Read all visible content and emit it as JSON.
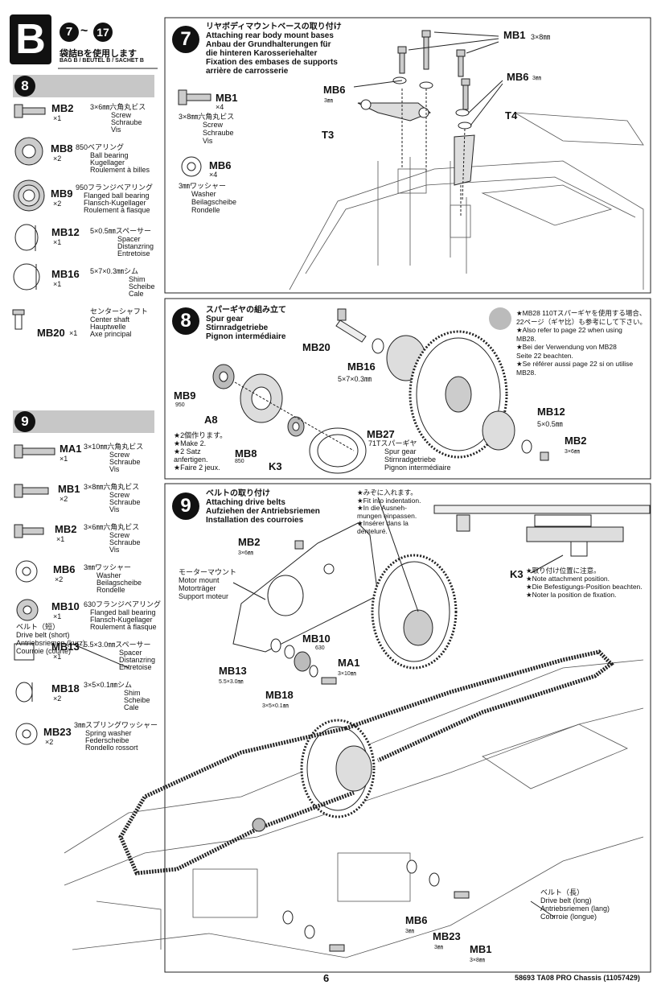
{
  "header": {
    "bag_letter": "B",
    "step_from": "7",
    "range_sep": "~",
    "step_to": "17",
    "bag_jp": "袋詰Bを使用します",
    "bag_label": "BAG B / BEUTEL B / SACHET B"
  },
  "sidebar": {
    "step8": {
      "num": "8",
      "parts": [
        {
          "code": "MB2",
          "qty": "×1",
          "desc": [
            "3×6㎜六角丸ビス",
            "Screw",
            "Schraube",
            "Vis"
          ]
        },
        {
          "code": "MB8",
          "qty": "×2",
          "desc": [
            "850ベアリング",
            "Ball bearing",
            "Kugellager",
            "Roulement à billes"
          ]
        },
        {
          "code": "MB9",
          "qty": "×2",
          "desc": [
            "950フランジベアリング",
            "Flanged ball bearing",
            "Flansch-Kugellager",
            "Roulement à flasque"
          ]
        },
        {
          "code": "MB12",
          "qty": "×1",
          "desc": [
            "5×0.5㎜スペーサー",
            "Spacer",
            "Distanzring",
            "Entretoise"
          ]
        },
        {
          "code": "MB16",
          "qty": "×1",
          "desc": [
            "5×7×0.3㎜シム",
            "Shim",
            "Scheibe",
            "Cale"
          ]
        },
        {
          "code": "MB20",
          "qty": "×1",
          "desc": [
            "センターシャフト",
            "Center shaft",
            "Hauptwelle",
            "Axe principal"
          ]
        }
      ]
    },
    "step9": {
      "num": "9",
      "parts": [
        {
          "code": "MA1",
          "qty": "×1",
          "desc": [
            "3×10㎜六角丸ビス",
            "Screw",
            "Schraube",
            "Vis"
          ]
        },
        {
          "code": "MB1",
          "qty": "×2",
          "desc": [
            "3×8㎜六角丸ビス",
            "Screw",
            "Schraube",
            "Vis"
          ]
        },
        {
          "code": "MB2",
          "qty": "×1",
          "desc": [
            "3×6㎜六角丸ビス",
            "Screw",
            "Schraube",
            "Vis"
          ]
        },
        {
          "code": "MB6",
          "qty": "×2",
          "desc": [
            "3㎜ワッシャー",
            "Washer",
            "Beilagscheibe",
            "Rondelle"
          ]
        },
        {
          "code": "MB10",
          "qty": "×1",
          "desc": [
            "630フランジベアリング",
            "Flanged ball bearing",
            "Flansch-Kugellager",
            "Roulement à flasque"
          ]
        },
        {
          "code": "MB13",
          "qty": "×1",
          "desc": [
            "5.5×3.0㎜スペーサー",
            "Spacer",
            "Distanzring",
            "Entretoise"
          ]
        },
        {
          "code": "MB18",
          "qty": "×2",
          "desc": [
            "3×5×0.1㎜シム",
            "Shim",
            "Scheibe",
            "Cale"
          ]
        },
        {
          "code": "MB23",
          "qty": "×2",
          "desc": [
            "3㎜スプリングワッシャー",
            "Spring washer",
            "Federscheibe",
            "Rondello rossort"
          ]
        }
      ]
    }
  },
  "step7": {
    "num": "7",
    "title": [
      "リヤボディマウントベースの取り付け",
      "Attaching rear body mount bases",
      "Anbau der Grundhalterungen für",
      "die hinteren Karosseriehalter",
      "Fixation des embases de supports",
      "arrière de carrosserie"
    ],
    "mb1_code": "MB1",
    "mb1_qty": "×4",
    "mb1_desc": [
      "3×8㎜六角丸ビス",
      "Screw",
      "Schraube",
      "Vis"
    ],
    "mb6_code": "MB6",
    "mb6_qty": "×4",
    "mb6_desc": [
      "3㎜ワッシャー",
      "Washer",
      "Beilagscheibe",
      "Rondelle"
    ],
    "callouts": {
      "mb1": "MB1",
      "mb1_size": "3×8㎜",
      "mb6a": "MB6",
      "mb6a_size": "3㎜",
      "mb6b": "MB6",
      "mb6b_size": "3㎜",
      "t3": "T3",
      "t4": "T4"
    }
  },
  "step8": {
    "num": "8",
    "title": [
      "スパーギヤの組み立て",
      "Spur gear",
      "Stirnradgetriebe",
      "Pignon intermédiaire"
    ],
    "note": [
      "★MB28 110Tスパーギヤを使用する場合、",
      "22ページ（ギヤ比）も参考にして下さい。",
      "★Also refer to page 22 when using",
      "MB28.",
      "★Bei der Verwendung von MB28",
      "Seite 22 beachten.",
      "★Se référer aussi page 22 si on utilise",
      "MB28."
    ],
    "make2": [
      "★2個作ります。",
      "★Make 2.",
      "★2 Satz",
      "anfertigen.",
      "★Faire 2 jeux."
    ],
    "labels": {
      "mb20": "MB20",
      "mb16": "MB16",
      "mb16_size": "5×7×0.3㎜",
      "mb9": "MB9",
      "mb9_size": "950",
      "a8": "A8",
      "mb8": "MB8",
      "mb8_size": "850",
      "k3": "K3",
      "mb27": "MB27",
      "mb27_desc": [
        "71Tスパーギヤ",
        "Spur gear",
        "Stirnradgetriebe",
        "Pignon intermédiaire"
      ],
      "mb12": "MB12",
      "mb12_size": "5×0.5㎜",
      "mb2": "MB2",
      "mb2_size": "3×6㎜"
    }
  },
  "step9": {
    "num": "9",
    "title": [
      "ベルトの取り付け",
      "Attaching drive belts",
      "Aufziehen der Antriebsriemen",
      "Installation des courroies"
    ],
    "fit_note": [
      "★みぞに入れます。",
      "★Fit into indentation.",
      "★In die Ausneh-",
      "mungen einpassen.",
      "★Insérer dans la",
      "denteluré."
    ],
    "k3_note_code": "K3",
    "k3_note": [
      "★取り付け位置に注意。",
      "★Note attachment position.",
      "★Die Befestigungs-Position beachten.",
      "★Noter la position de fixation."
    ],
    "motor_mount": [
      "モーターマウント",
      "Motor mount",
      "Motorträger",
      "Support moteur"
    ],
    "belt_short": [
      "ベルト（短）",
      "Drive belt (short)",
      "Antriebsriemen (kurz)",
      "Courroie (courte)"
    ],
    "belt_long": [
      "ベルト（長）",
      "Drive belt (long)",
      "Antriebsriemen (lang)",
      "Courroie (longue)"
    ],
    "labels": {
      "mb2": "MB2",
      "mb2_size": "3×6㎜",
      "mb10": "MB10",
      "mb10_size": "630",
      "ma1": "MA1",
      "ma1_size": "3×10㎜",
      "mb13": "MB13",
      "mb13_size": "5.5×3.0㎜",
      "mb18": "MB18",
      "mb18_size": "3×5×0.1㎜",
      "mb6": "MB6",
      "mb6_size": "3㎜",
      "mb23": "MB23",
      "mb23_size": "3㎜",
      "mb1": "MB1",
      "mb1_size": "3×8㎜"
    }
  },
  "footer": {
    "page": "6",
    "model": "58693 TA08 PRO Chassis (11057429)"
  }
}
